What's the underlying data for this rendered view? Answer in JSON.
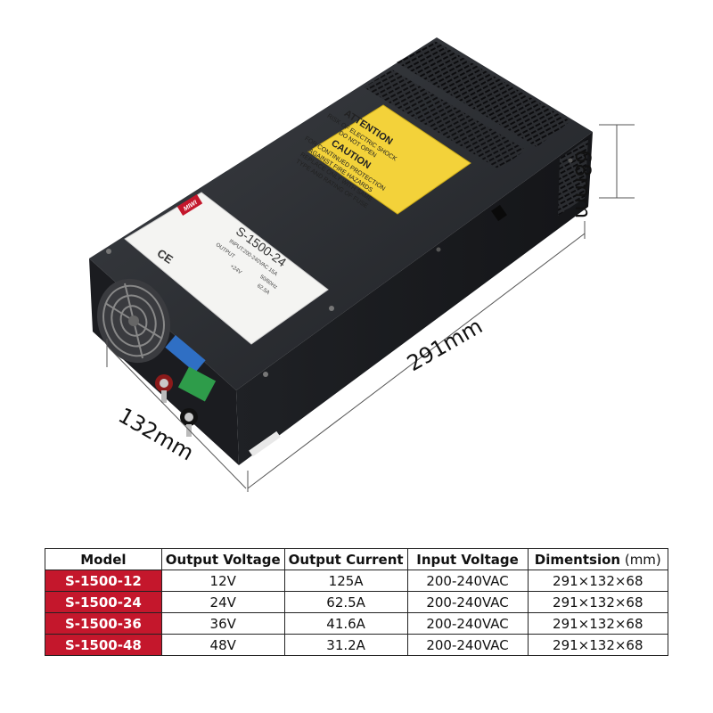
{
  "label_plate": {
    "brand": "MIWI",
    "mark": "CE",
    "model": "S-1500-24",
    "input": "INPUT:200-240VAC  15A",
    "freq": "50/60Hz",
    "output": "OUTPUT",
    "out_v": "+24V",
    "out_a": "62.5A"
  },
  "warning_label": {
    "title": "ATTENTION",
    "line1": "RISK OF ELECTRIC SHOCK",
    "line2": "DO NOT OPEN",
    "title2": "CAUTION",
    "line3": "FOR CONTINUED PROTECTION",
    "line4": "AGAINST FIRE HAZARDS",
    "line5": "REPLACE ONLY WITH SAME",
    "line6": "TYPE AND RATING OF FUSE"
  },
  "dimensions": {
    "height": "68mm",
    "length": "291mm",
    "width": "132mm"
  },
  "spec_table": {
    "headers": [
      "Model",
      "Output Voltage",
      "Output Current",
      "Input Voltage",
      "Dimentsion"
    ],
    "header_unit": " (mm)",
    "rows": [
      [
        "S-1500-12",
        "12V",
        "125A",
        "200-240VAC",
        "291×132×68"
      ],
      [
        "S-1500-24",
        "24V",
        "62.5A",
        "200-240VAC",
        "291×132×68"
      ],
      [
        "S-1500-36",
        "36V",
        "41.6A",
        "200-240VAC",
        "291×132×68"
      ],
      [
        "S-1500-48",
        "48V",
        "31.2A",
        "200-240VAC",
        "291×132×68"
      ]
    ]
  },
  "colors": {
    "model_cell": "#c4172c",
    "label_yellow": "#f3d23a",
    "case": "#2a2c30"
  }
}
